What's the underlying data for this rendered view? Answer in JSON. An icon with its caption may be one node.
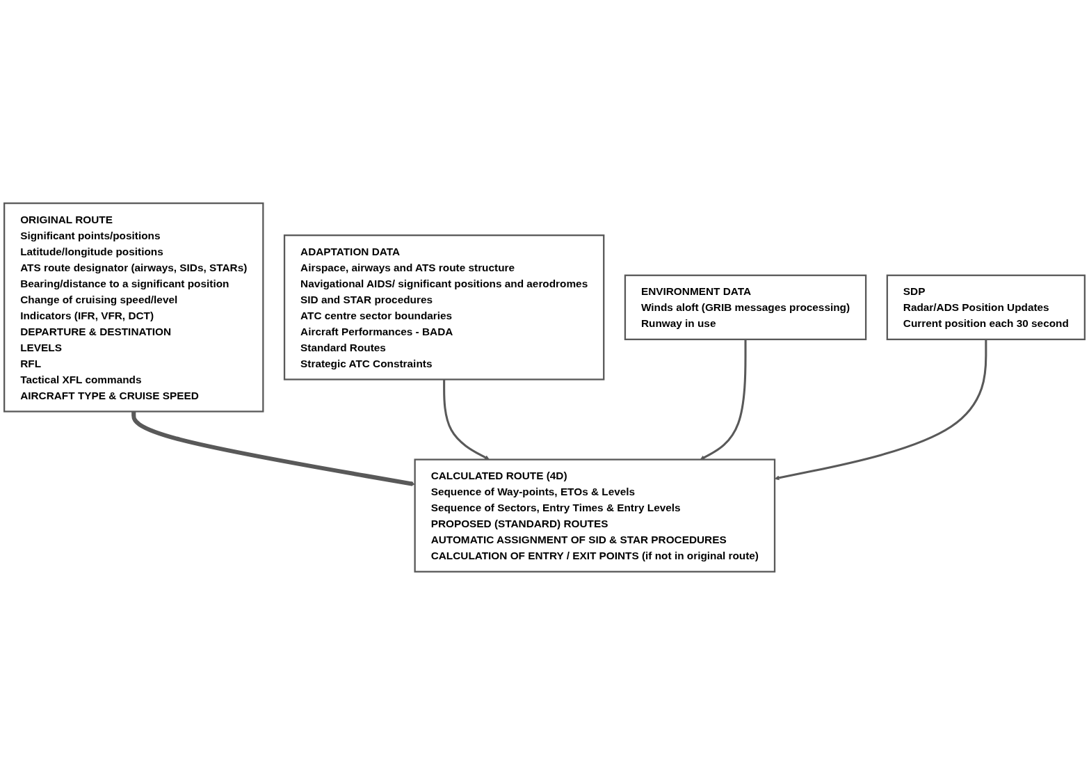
{
  "diagram": {
    "nodes": [
      {
        "text": [
          "ORIGINAL ROUTE",
          "Significant points/positions",
          "Latitude/longitude positions",
          "ATS route designator (airways, SIDs, STARs)",
          "Bearing/distance to a significant position",
          "Change of cruising speed/level",
          "Indicators (IFR, VFR, DCT)",
          "DEPARTURE & DESTINATION",
          "LEVELS",
          "RFL",
          "Tactical XFL commands",
          "AIRCRAFT TYPE & CRUISE SPEED"
        ]
      },
      {
        "text": [
          "ADAPTATION DATA",
          "Airspace, airways and ATS route structure",
          "Navigational AIDS/ significant positions and aerodromes",
          "SID and STAR procedures",
          "ATC centre sector boundaries",
          "Aircraft Performances - BADA",
          "Standard Routes",
          "Strategic ATC Constraints"
        ]
      },
      {
        "text": [
          "ENVIRONMENT DATA",
          "Winds aloft (GRIB messages processing)",
          "Runway in use"
        ]
      },
      {
        "text": [
          "CALCULATED ROUTE (4D)",
          "Sequence of Way-points, ETOs & Levels",
          "Sequence of Sectors, Entry Times & Entry Levels",
          "PROPOSED (STANDARD) ROUTES",
          "AUTOMATIC ASSIGNMENT OF SID & STAR PROCEDURES",
          "CALCULATION OF ENTRY / EXIT POINTS (if not in original route)"
        ]
      },
      {
        "text": [
          "SDP",
          "Radar/ADS Position Updates",
          "Current position each 30 second"
        ]
      }
    ],
    "edges": [
      {
        "from": 0,
        "to": 3,
        "arrow": "to",
        "style": "thick"
      },
      {
        "from": 1,
        "to": 3,
        "arrow": "to"
      },
      {
        "from": 2,
        "to": 3,
        "arrow": "to"
      },
      {
        "from": 4,
        "to": 3,
        "arrow": "to"
      }
    ]
  }
}
